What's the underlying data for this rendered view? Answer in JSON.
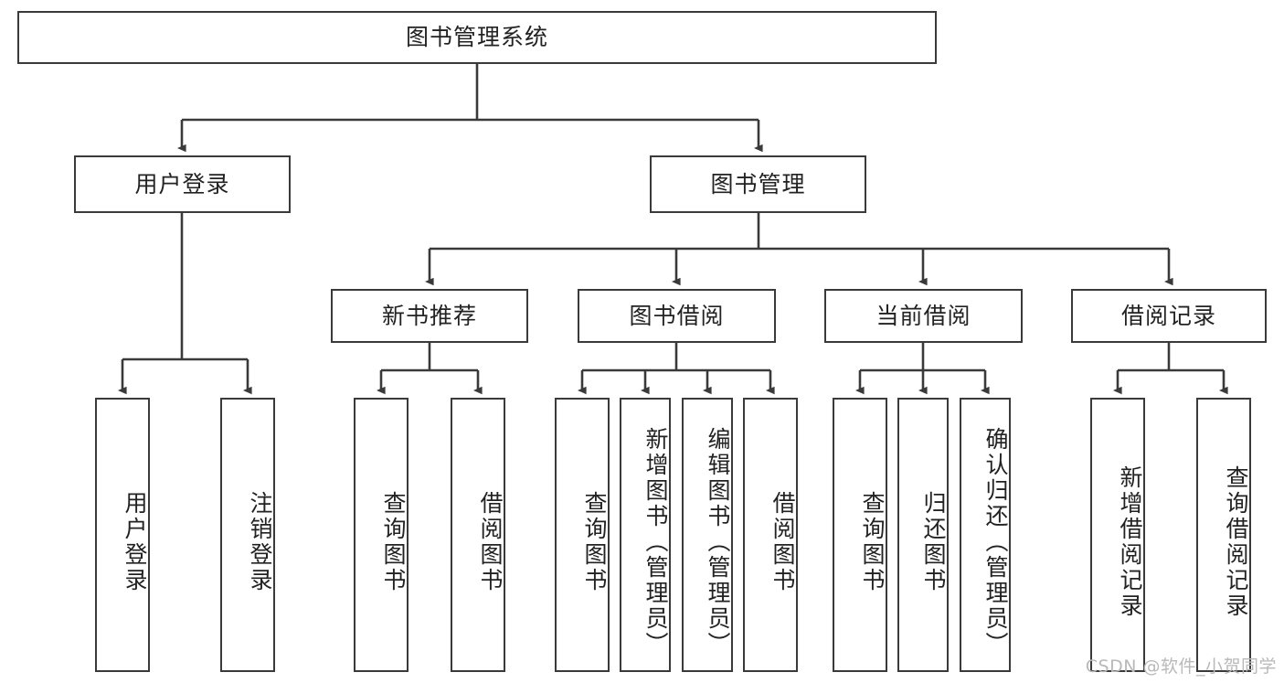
{
  "diagram": {
    "title": "图书管理系统",
    "type": "tree-hierarchy-chart",
    "watermark": "CSDN @软件_小贺同学",
    "colors": {
      "box_border": "#3a3a3a",
      "box_fill": "#ffffff",
      "edge": "#3a3a3a",
      "text": "#222222",
      "watermark": "#b9b9b9",
      "background": "#ffffff"
    },
    "root": {
      "id": "root",
      "label": "图书管理系统",
      "orientation": "horizontal"
    },
    "level2": [
      {
        "id": "user-login",
        "label": "用户登录",
        "orientation": "horizontal"
      },
      {
        "id": "book-manage",
        "label": "图书管理",
        "orientation": "horizontal"
      }
    ],
    "level3": [
      {
        "id": "new-book-recommend",
        "label": "新书推荐",
        "orientation": "horizontal",
        "parent": "book-manage"
      },
      {
        "id": "book-borrow",
        "label": "图书借阅",
        "orientation": "horizontal",
        "parent": "book-manage"
      },
      {
        "id": "current-borrow",
        "label": "当前借阅",
        "orientation": "horizontal",
        "parent": "book-manage"
      },
      {
        "id": "borrow-record",
        "label": "借阅记录",
        "orientation": "horizontal",
        "parent": "book-manage"
      }
    ],
    "leaves": {
      "user_login": [
        {
          "id": "leaf-user-login",
          "label": "用户登录"
        },
        {
          "id": "leaf-user-logout",
          "label": "注销登录"
        }
      ],
      "new_book_recommend": [
        {
          "id": "leaf-query-book-1",
          "label": "查询图书"
        },
        {
          "id": "leaf-borrow-book-1",
          "label": "借阅图书"
        }
      ],
      "book_borrow": [
        {
          "id": "leaf-query-book-2",
          "label": "查询图书"
        },
        {
          "id": "leaf-add-book",
          "label": "新增图书（管理员）"
        },
        {
          "id": "leaf-edit-book",
          "label": "编辑图书（管理员）"
        },
        {
          "id": "leaf-borrow-book-2",
          "label": "借阅图书"
        }
      ],
      "current_borrow": [
        {
          "id": "leaf-query-book-3",
          "label": "查询图书"
        },
        {
          "id": "leaf-return-book",
          "label": "归还图书"
        },
        {
          "id": "leaf-confirm-return",
          "label": "确认归还（管理员）"
        }
      ],
      "borrow_record": [
        {
          "id": "leaf-add-record",
          "label": "新增借阅记录"
        },
        {
          "id": "leaf-query-record",
          "label": "查询借阅记录"
        }
      ]
    }
  }
}
